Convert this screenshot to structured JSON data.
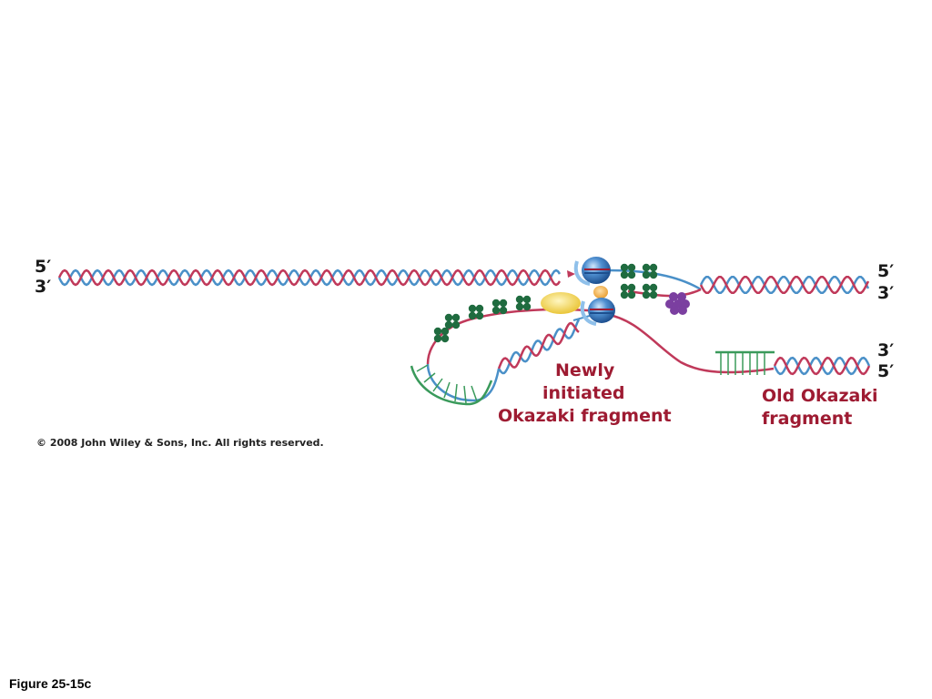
{
  "labels": {
    "left_top": "5′",
    "left_bottom": "3′",
    "right_top_a": "5′",
    "right_top_b": "3′",
    "right_bottom_a": "3′",
    "right_bottom_b": "5′"
  },
  "annotations": {
    "newly_line1": "Newly",
    "newly_line2": "initiated",
    "newly_line3": "Okazaki fragment",
    "old_line1": "Old Okazaki",
    "old_line2": "fragment"
  },
  "copyright": "© 2008 John Wiley & Sons, Inc. All rights reserved.",
  "caption": "Figure 25-15c",
  "colors": {
    "template_strand": "#c0395a",
    "new_strand": "#4a90c8",
    "rna_primer": "#3a9a5b",
    "ssb": "#1f6b3f",
    "polymerase": "#2f6fb5",
    "helicase_yellow": "#f3d34a",
    "primase_purple": "#7b3fa0",
    "annotation_text": "#9e1b32"
  }
}
